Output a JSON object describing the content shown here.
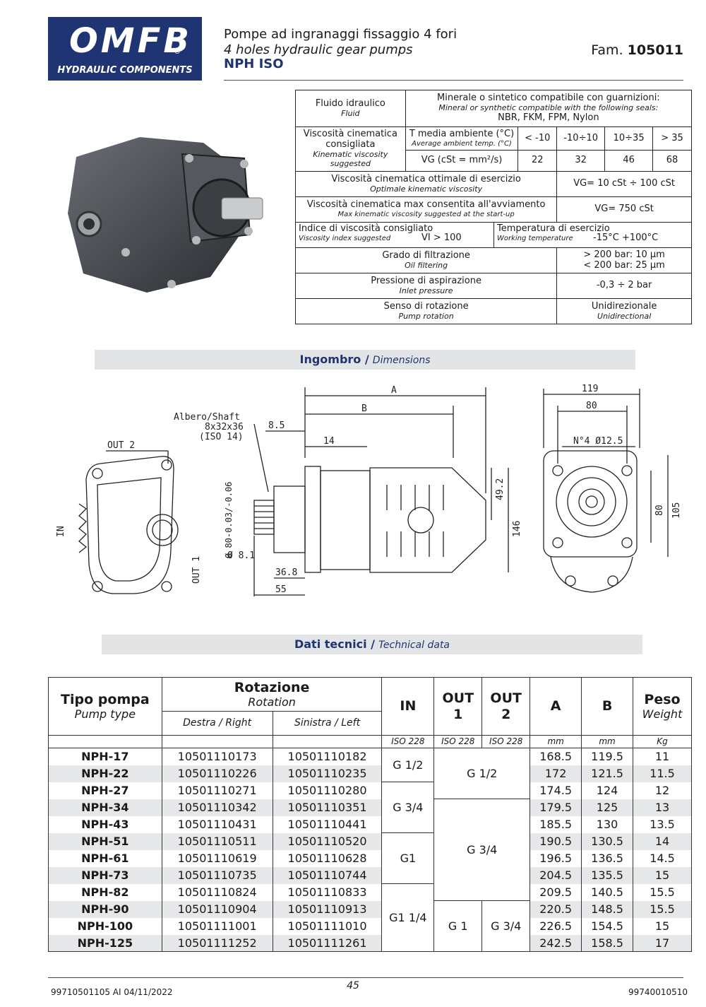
{
  "header": {
    "logo_text": "OMFB",
    "logo_subtitle": "HYDRAULIC COMPONENTS",
    "title_it": "Pompe ad ingranaggi fissaggio 4 fori",
    "title_en": "4 holes hydraulic gear pumps",
    "model": "NPH ISO",
    "fam_label": "Fam.",
    "fam_value": "105011"
  },
  "spec": {
    "fluid_it": "Fluido idraulico",
    "fluid_en": "Fluid",
    "fluid_value_it": "Minerale o sintetico compatibile con guarnizioni:",
    "fluid_value_en": "Mineral or synthetic compatible with the following seals:",
    "fluid_value_seals": "NBR, FKM, FPM, Nylon",
    "visc_it": "Viscosità cinematica consigliata",
    "visc_en": "Kinematic viscosity suggested",
    "temp_it": "T media ambiente (°C)",
    "temp_en": "Average ambient temp. (°C)",
    "vg_label": "VG (cSt = mm²/s)",
    "temp_ranges": [
      "< -10",
      "-10÷10",
      "10÷35",
      "> 35"
    ],
    "vg_values": [
      "22",
      "32",
      "46",
      "68"
    ],
    "opt_it": "Viscosità cinematica ottimale di esercizio",
    "opt_en": "Optimale kinematic viscosity",
    "opt_value": "VG= 10 cSt ÷ 100 cSt",
    "max_it": "Viscosità cinematica max consentita all'avviamento",
    "max_en": "Max kinematic viscosity suggested at the start-up",
    "max_value": "VG= 750 cSt",
    "vi_it": "Indice di viscosità consigliato",
    "vi_en": "Viscosity index suggested",
    "vi_value": "VI > 100",
    "wt_it": "Temperatura di esercizio",
    "wt_en": "Working temperature",
    "wt_value": "-15°C +100°C",
    "filt_it": "Grado di filtrazione",
    "filt_en": "Oil filtering",
    "filt_value1": "> 200 bar: 10 µm",
    "filt_value2": "< 200 bar: 25 µm",
    "press_it": "Pressione di aspirazione",
    "press_en": "Inlet pressure",
    "press_value": "-0,3 ÷ 2 bar",
    "rot_it": "Senso di rotazione",
    "rot_en": "Pump rotation",
    "rot_value_it": "Unidirezionale",
    "rot_value_en": "Unidirectional"
  },
  "dimensions_bar": {
    "it": "Ingombro /",
    "en": "Dimensions"
  },
  "drawing": {
    "shaft_label1": "Albero/Shaft",
    "shaft_label2": "8x32x36",
    "shaft_label3": "(ISO 14)",
    "out2": "OUT 2",
    "out1": "OUT 1",
    "in": "IN",
    "dim_A": "A",
    "dim_B": "B",
    "dim_85": "8.5",
    "dim_14": "14",
    "dim_80tol": "Ø 80-0.03/-0.06",
    "dim_81": "Ø 8.1",
    "dim_368": "36.8",
    "dim_55": "55",
    "dim_492": "49.2",
    "dim_146": "146",
    "dim_119": "119",
    "dim_80": "80",
    "dim_holes": "N°4  Ø12.5",
    "dim_80v": "80",
    "dim_105": "105"
  },
  "tech_bar": {
    "it": "Dati tecnici /",
    "en": "Technical data"
  },
  "tech": {
    "h_type_it": "Tipo pompa",
    "h_type_en": "Pump type",
    "h_rot_it": "Rotazione",
    "h_rot_en": "Rotation",
    "h_right": "Destra / Right",
    "h_left": "Sinistra / Left",
    "h_in": "IN",
    "h_out1": "OUT 1",
    "h_out2": "OUT 2",
    "h_a": "A",
    "h_b": "B",
    "h_w_it": "Peso",
    "h_w_en": "Weight",
    "u_iso1": "ISO 228",
    "u_iso2": "ISO 228",
    "u_iso3": "ISO 228",
    "u_mm1": "mm",
    "u_mm2": "mm",
    "u_kg": "Kg",
    "rows": [
      {
        "type": "NPH-17",
        "right": "10501110173",
        "left": "10501110182",
        "a": "168.5",
        "b": "119.5",
        "w": "11"
      },
      {
        "type": "NPH-22",
        "right": "10501110226",
        "left": "10501110235",
        "a": "172",
        "b": "121.5",
        "w": "11.5"
      },
      {
        "type": "NPH-27",
        "right": "10501110271",
        "left": "10501110280",
        "a": "174.5",
        "b": "124",
        "w": "12"
      },
      {
        "type": "NPH-34",
        "right": "10501110342",
        "left": "10501110351",
        "a": "179.5",
        "b": "125",
        "w": "13"
      },
      {
        "type": "NPH-43",
        "right": "10501110431",
        "left": "10501110441",
        "a": "185.5",
        "b": "130",
        "w": "13.5"
      },
      {
        "type": "NPH-51",
        "right": "10501110511",
        "left": "10501110520",
        "a": "190.5",
        "b": "130.5",
        "w": "14"
      },
      {
        "type": "NPH-61",
        "right": "10501110619",
        "left": "10501110628",
        "a": "196.5",
        "b": "136.5",
        "w": "14.5"
      },
      {
        "type": "NPH-73",
        "right": "10501110735",
        "left": "10501110744",
        "a": "204.5",
        "b": "135.5",
        "w": "15"
      },
      {
        "type": "NPH-82",
        "right": "10501110824",
        "left": "10501110833",
        "a": "209.5",
        "b": "140.5",
        "w": "15.5"
      },
      {
        "type": "NPH-90",
        "right": "10501110904",
        "left": "10501110913",
        "a": "220.5",
        "b": "148.5",
        "w": "15.5"
      },
      {
        "type": "NPH-100",
        "right": "10501111001",
        "left": "10501111010",
        "a": "226.5",
        "b": "154.5",
        "w": "15"
      },
      {
        "type": "NPH-125",
        "right": "10501111252",
        "left": "10501111261",
        "a": "242.5",
        "b": "158.5",
        "w": "17"
      }
    ],
    "in_g12": "G 1/2",
    "in_g34": "G 3/4",
    "in_g1": "G1",
    "in_g114": "G1 1/4",
    "out_g12": "G 1/2",
    "out_g34": "G 3/4",
    "out1_g1": "G 1",
    "out2_g34": "G 3/4"
  },
  "footer": {
    "left": "99710501105 AI  04/11/2022",
    "page": "45",
    "right": "99740010510"
  }
}
